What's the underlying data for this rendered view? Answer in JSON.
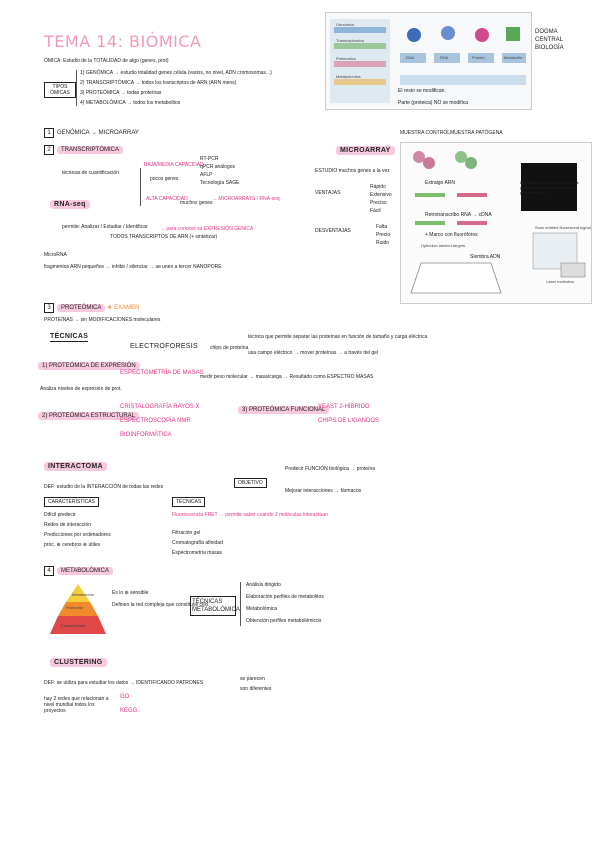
{
  "title": "TEMA 14: BIÓMICA",
  "intro": {
    "omica_def": "ÓMICA: Estudio de la TOTALIDAD de algo (genes, prot)",
    "tipos_label": "TIPOS ÓMICAS",
    "items": [
      "1) GENÓMICA → estudio totalidad genes célula (varios, no nivel, ADN cromosomas...)",
      "2) TRANSCRIPTÓMICA → todos los transcriptos de ARN (ARN mens)",
      "3) PROTEÓMICA → todas proteínas",
      "4) METABOLÓMICA → todos los metabolitos"
    ]
  },
  "dogma": {
    "label": "DOGMA CENTRAL BIOLOGÍA",
    "note1": "El resto se modifican.",
    "note2": "Parte (proteica) NO se modifica",
    "fig_labels": [
      "Genomics",
      "Transcriptomics",
      "Proteomics",
      "Metabolomics",
      "DNA",
      "RNA",
      "Protein",
      "Metabolite"
    ]
  },
  "sec12": {
    "s1": "GENÓMICA → MICROARRAY",
    "s2": "TRANSCRIPTÓMICA",
    "tecnicas": "técnicas de cuantificación",
    "baja": "BAJA/MEDIA CAPACIDAD",
    "baja_sub": "pocos genes",
    "baja_items": [
      "RT-PCR",
      "qPCR análogos",
      "AFLP",
      "Tecnología SAGE"
    ],
    "alta": "ALTA CAPACIDAD",
    "alta_sub": "muchos genes",
    "alta_result": "→ MICROARRAYS / RNA-seq",
    "rnaseq": "RNA-seq",
    "rnaseq_desc1": "permite: Analizar / Estudiar / Identificar",
    "rnaseq_desc2": "TODOS TRANSCRIPTOS DE ARN (+ sintetizar)",
    "rnaseq_desc3": "→ para conocer su EXPRESIÓN GÉNICA",
    "microrna": "MicroRNA",
    "microrna_desc": "fragmentos ARN pequeños → inhibir / silenciar → se unen a tercer NANOPORE"
  },
  "microarray": {
    "label": "MICROARRAY",
    "desc1": "ESTUDIO muchos genes a la vez",
    "ventajas": "VENTAJAS",
    "ventajas_items": [
      "Rápido",
      "Extensivo",
      "Preciso",
      "Fácil"
    ],
    "desventajas": "DESVENTAJAS",
    "desventajas_items": [
      "Falta",
      "Precio",
      "Ruido"
    ],
    "muestra_control": "MUESTRA CONTROL",
    "muestra_patogena": "MUESTRA PATÓGENA",
    "extraigo": "Extraigo ARN",
    "retro": "Retrotranscribo RNA → cDNA",
    "marco": "+ Marco con fluoróforos",
    "hybrid": "Hybridize labeled targets",
    "laser": "Laser excitation",
    "scan": "Scan emitted fluorescent signal",
    "depende": "Dependiendo del color que salga puedo determinar qué gen está presente o no",
    "siembra": "Siembra ADN"
  },
  "proteomica": {
    "s3": "PROTEÓMICA",
    "examen": "EXAMEN",
    "def": "PROTEÍNAS → sin MODIFICACIONES moleculares",
    "tecnicas": "TÉCNICAS",
    "electroforesis": "ELECTROFORESIS",
    "electro_desc": "técnica que permite separar las proteínas en función de tamaño y carga eléctrica",
    "chips": "chips de proteína",
    "campo": "usa campo eléctrico → mover proteínas → a través del gel",
    "exp": "1) PROTEÓMICA DE EXPRESIÓN",
    "exp_desc": "Analiza niveles de expresión de prot.",
    "masas": "ESPECTOMETRÍA DE MASAS",
    "masas_desc": "medir peso molecular → masa/carga → Resultado como ESPECTRO MASAS",
    "estructural": "2) PROTEÓMICA ESTRUCTURAL",
    "estr_items": [
      "CRISTALOGRAFÍA RAYOS X",
      "ESPECTROSCOPÍA NMR",
      "BIOINFORMÁTICA"
    ],
    "funcional": "3) PROTEÓMICA FUNCIONAL",
    "func_items": [
      "YEAST 2-HÍBRIDO",
      "CHIPS DE LIGANDOS"
    ]
  },
  "interactoma": {
    "label": "INTERACTOMA",
    "def": "DEF: estudio de la INTERACCIÓN de todas las redes",
    "objetivo": "OBJETIVO",
    "obj_items": [
      "Predecir FUNCIÓN biológica → proteína",
      "Mejorar interacciones → fármacos"
    ],
    "caracteristicas": "CARACTERÍSTICAS",
    "car_items": [
      "Difícil predecir",
      "Redes de interacción",
      "Predicciones por ordenadores",
      "proc. ⊕ cerebros ⊕ útiles"
    ],
    "tecnicas": "TÉCNICAS",
    "tec_items": [
      "Fluorescencia FRET → permite saber cuando 2 moléculas interactúan",
      "Filtración gel",
      "Cromatografía afinidad",
      "Espectrometría masas"
    ]
  },
  "metabolomica": {
    "s4": "METABOLÓMICA",
    "pyramid": [
      "Metabolome",
      "Proteome",
      "Transcriptome"
    ],
    "desc": [
      "Es lo ⊕ sensible",
      "Definen la red compleja que constituye cels"
    ],
    "tecnicas": "TÉCNICAS METABOLÓMICA",
    "tec_items": [
      "Análisis dirigido",
      "Elaboración perfiles de metabolitos",
      "Metabolómica",
      "Obtención perfiles metabolómicos"
    ]
  },
  "clustering": {
    "label": "CLUSTERING",
    "def": "DEF: se utiliza para estudiar los datos → IDENTIFICANDO PATRONES",
    "def_side": [
      "se parecen",
      "son diferentes"
    ],
    "hay": "hay 2 redes que relacionan a nivel mundial todos los proyectos",
    "redes": [
      "GO",
      "KEGG."
    ]
  },
  "colors": {
    "pink": "#e8308a",
    "light_pink": "#f8c9de",
    "title_pink": "#f29ab4"
  }
}
